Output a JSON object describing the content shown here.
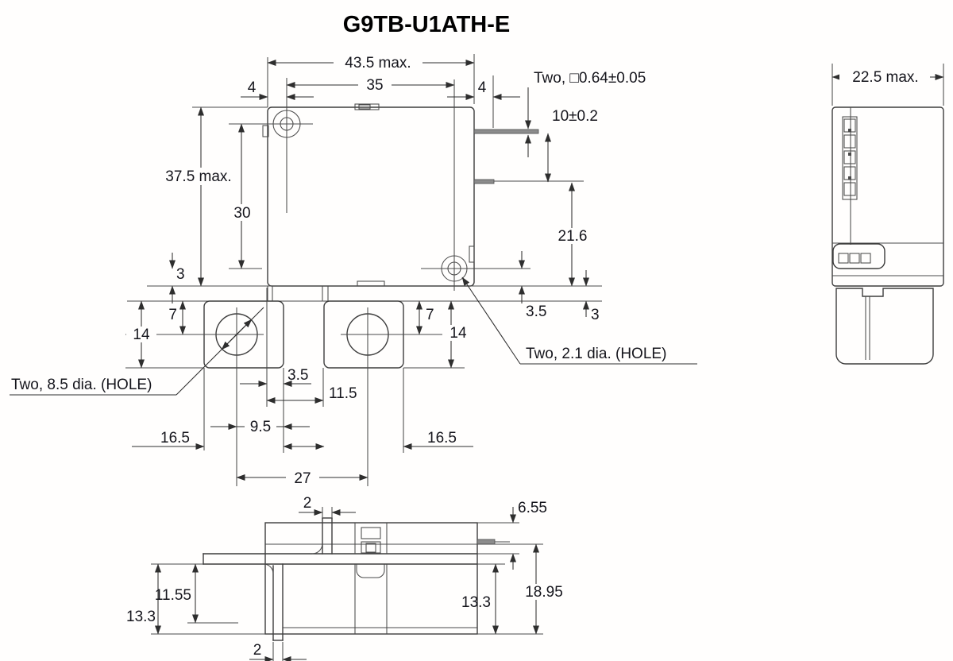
{
  "title": "G9TB-U1ATH-E",
  "front_view": {
    "width_max": "43.5 max.",
    "hole_span_horizontal": "35",
    "hole_edge_offset": "4",
    "pin_length": "4",
    "pin_note": "Two, □0.64±0.05",
    "pin_pitch": "10±0.2",
    "height_max": "37.5 max.",
    "hole_span_vertical": "30",
    "base_step_left": "3",
    "pin_to_base": "21.6",
    "hole_to_base": "3.5",
    "base_to_tab": "3",
    "tab_hole_top_offset": "7",
    "tab_height": "14",
    "slot_width": "3.5",
    "slot_to_tab": "11.5",
    "hole_to_tab_edge": "9.5",
    "tab_width": "16.5",
    "tab_hole_span": "27",
    "big_hole_note": "Two, 8.5 dia. (HOLE)",
    "small_hole_note": "Two, 2.1 dia. (HOLE)"
  },
  "side_view": {
    "width_max": "22.5 max."
  },
  "bottom_view": {
    "slot_width": "2",
    "pin_offset_top": "6.55",
    "total_height": "18.95",
    "lead_height_right": "13.3",
    "lead_height_left": "13.3",
    "lead_inner_height": "11.55",
    "leg_width": "2"
  }
}
